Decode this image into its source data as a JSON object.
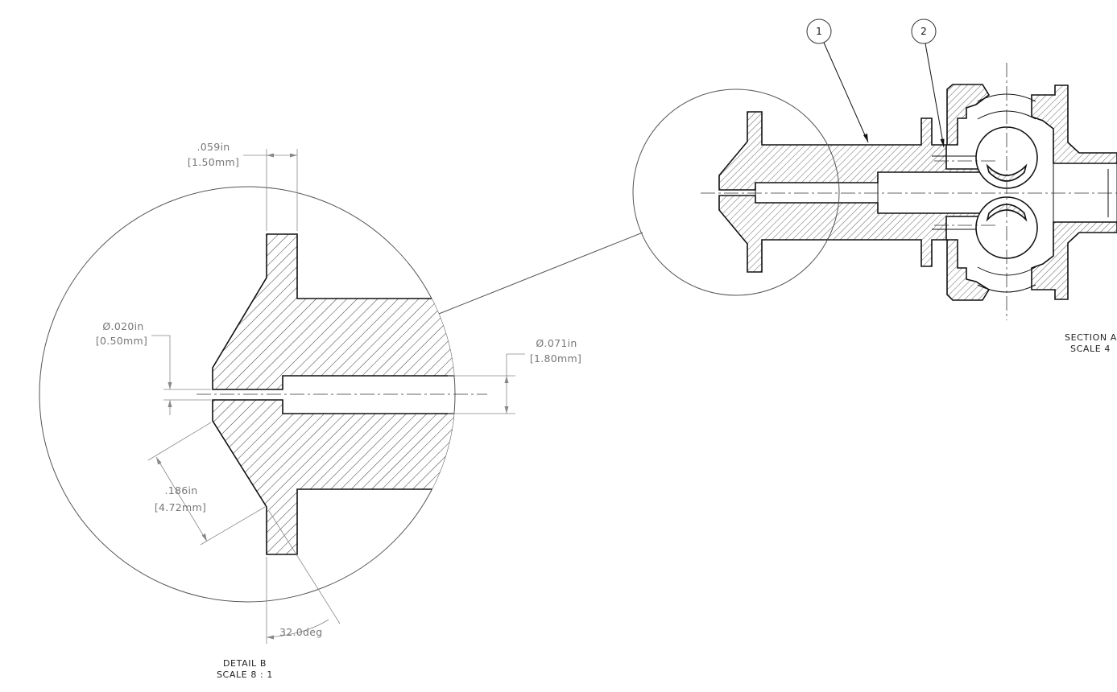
{
  "detail_view": {
    "title": "DETAIL B",
    "scale": "SCALE 8 : 1",
    "dimensions": {
      "flange_thickness": {
        "inch": ".059in",
        "mm": "[1.50mm]"
      },
      "orifice_diameter": {
        "inch": "Ø.020in",
        "mm": "[0.50mm]"
      },
      "bore_diameter": {
        "inch": "Ø.071in",
        "mm": "[1.80mm]"
      },
      "cone_length": {
        "inch": ".186in",
        "mm": "[4.72mm]"
      },
      "cone_angle": "32.0deg"
    }
  },
  "section_view": {
    "title": "SECTION A",
    "scale": "SCALE 4",
    "balloons": [
      "1",
      "2"
    ]
  },
  "colors": {
    "line": "#111111",
    "dimension": "#888888",
    "background": "#ffffff"
  }
}
